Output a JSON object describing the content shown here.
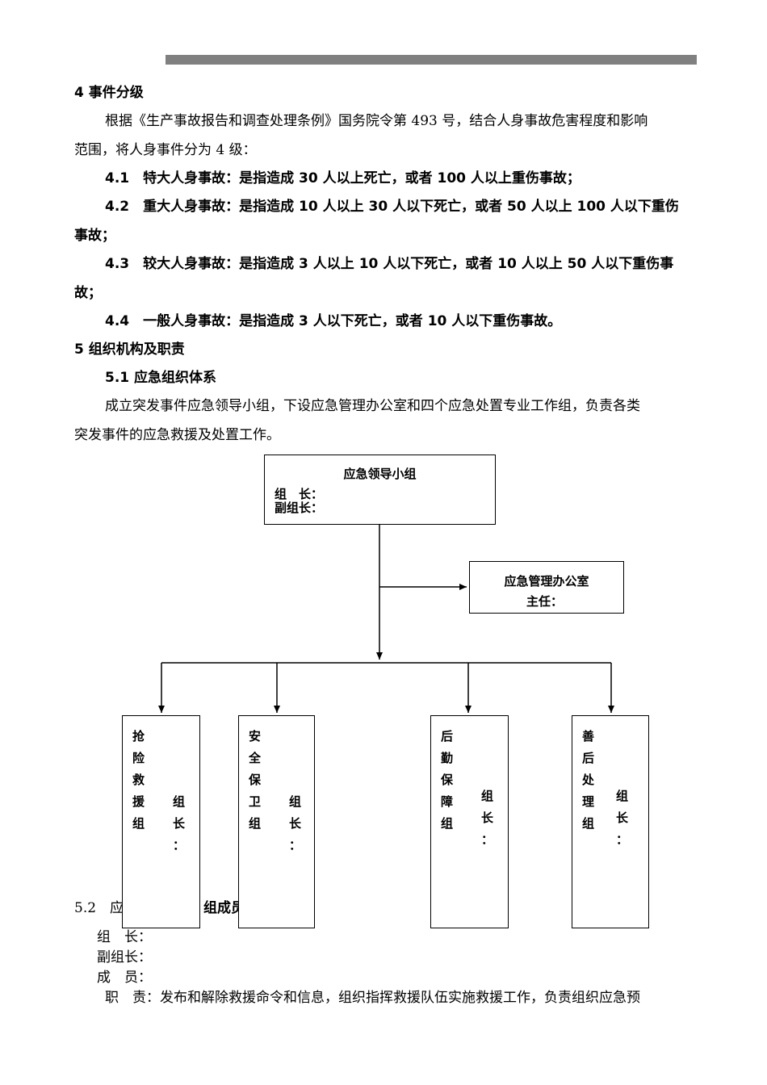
{
  "sec4": {
    "heading": "4 事件分级",
    "intro_l1": "根据《生产事故报告和调查处理条例》国务院令第 493 号，结合人身事故危害程度和影响",
    "intro_l2": "范围，将人身事件分为 4 级：",
    "i1": "4.1　特大人身事故：是指造成 30 人以上死亡，或者 100 人以上重伤事故；",
    "i2_l1": "4.2　重大人身事故：是指造成 10 人以上 30 人以下死亡，或者 50 人以上 100 人以下重伤",
    "i2_l2": "事故；",
    "i3_l1": "4.3　较大人身事故：是指造成 3 人以上 10 人以下死亡，或者 10 人以上 50 人以下重伤事",
    "i3_l2": "故；",
    "i4": "4.4　一般人身事故：是指造成 3 人以下死亡，或者 10 人以下重伤事故。"
  },
  "sec5": {
    "heading": "5 组织机构及职责",
    "sub1": "5.1 应急组织体系",
    "p_l1": "成立突发事件应急领导小组，下设应急管理办公室和四个应急处置专业工作组，负责各类",
    "p_l2": "突发事件的应急救援及处置工作。"
  },
  "chart": {
    "leader": {
      "title": "应急领导小组",
      "head": "组　长：",
      "deputy": "副组长："
    },
    "office": {
      "title": "应急管理办公室",
      "director": "主任："
    },
    "groups": [
      {
        "name": [
          "抢",
          "险",
          "救",
          "援",
          "组"
        ],
        "role": [
          "组",
          "长",
          "："
        ]
      },
      {
        "name": [
          "安",
          "全",
          "保",
          "卫",
          "组"
        ],
        "role": [
          "组",
          "长",
          "："
        ]
      },
      {
        "name": [
          "后",
          "勤",
          "保",
          "障",
          "组"
        ],
        "role": [
          "组",
          "长",
          "："
        ]
      },
      {
        "name": [
          "善",
          "后",
          "处",
          "理",
          "组"
        ],
        "role": [
          "组",
          "长",
          "："
        ]
      }
    ]
  },
  "sec52": {
    "heading_a": "5.2　应",
    "heading_b": "组成员",
    "head": "组　长：",
    "deputy": "副组长：",
    "members": "成　员：",
    "duty": "职　责：发布和解除救援命令和信息，组织指挥救援队伍实施救援工作，负责组织应急预"
  }
}
